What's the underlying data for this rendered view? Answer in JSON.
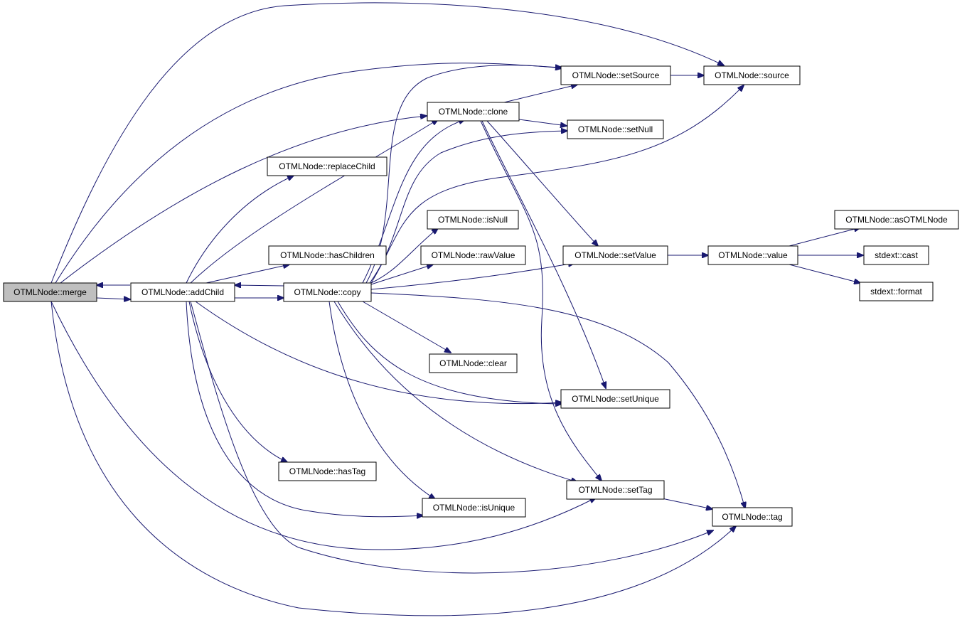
{
  "diagram": {
    "edge_color": "#191970",
    "root_fill": "#bfbfbf",
    "nodes": [
      {
        "id": "merge",
        "label": "OTMLNode::merge",
        "root": true
      },
      {
        "id": "addChild",
        "label": "OTMLNode::addChild"
      },
      {
        "id": "copy",
        "label": "OTMLNode::copy"
      },
      {
        "id": "clone",
        "label": "OTMLNode::clone"
      },
      {
        "id": "replaceChild",
        "label": "OTMLNode::replaceChild"
      },
      {
        "id": "hasChildren",
        "label": "OTMLNode::hasChildren"
      },
      {
        "id": "isNull",
        "label": "OTMLNode::isNull"
      },
      {
        "id": "rawValue",
        "label": "OTMLNode::rawValue"
      },
      {
        "id": "clear",
        "label": "OTMLNode::clear"
      },
      {
        "id": "hasTag",
        "label": "OTMLNode::hasTag"
      },
      {
        "id": "isUnique",
        "label": "OTMLNode::isUnique"
      },
      {
        "id": "setSource",
        "label": "OTMLNode::setSource"
      },
      {
        "id": "source",
        "label": "OTMLNode::source"
      },
      {
        "id": "setNull",
        "label": "OTMLNode::setNull"
      },
      {
        "id": "setValue",
        "label": "OTMLNode::setValue"
      },
      {
        "id": "value",
        "label": "OTMLNode::value"
      },
      {
        "id": "asOTMLNode",
        "label": "OTMLNode::asOTMLNode"
      },
      {
        "id": "cast",
        "label": "stdext::cast"
      },
      {
        "id": "format",
        "label": "stdext::format"
      },
      {
        "id": "setUnique",
        "label": "OTMLNode::setUnique"
      },
      {
        "id": "setTag",
        "label": "OTMLNode::setTag"
      },
      {
        "id": "tag",
        "label": "OTMLNode::tag"
      }
    ],
    "edges": [
      {
        "from": "merge",
        "to": "addChild"
      },
      {
        "from": "merge",
        "to": "clone"
      },
      {
        "from": "merge",
        "to": "setSource"
      },
      {
        "from": "merge",
        "to": "source"
      },
      {
        "from": "merge",
        "to": "setTag"
      },
      {
        "from": "merge",
        "to": "tag"
      },
      {
        "from": "addChild",
        "to": "merge"
      },
      {
        "from": "addChild",
        "to": "copy"
      },
      {
        "from": "addChild",
        "to": "clone"
      },
      {
        "from": "addChild",
        "to": "replaceChild"
      },
      {
        "from": "addChild",
        "to": "hasChildren"
      },
      {
        "from": "addChild",
        "to": "hasTag"
      },
      {
        "from": "addChild",
        "to": "isUnique"
      },
      {
        "from": "addChild",
        "to": "setUnique"
      },
      {
        "from": "addChild",
        "to": "tag"
      },
      {
        "from": "copy",
        "to": "addChild"
      },
      {
        "from": "copy",
        "to": "clone"
      },
      {
        "from": "copy",
        "to": "setSource"
      },
      {
        "from": "copy",
        "to": "source"
      },
      {
        "from": "copy",
        "to": "setNull"
      },
      {
        "from": "copy",
        "to": "isNull"
      },
      {
        "from": "copy",
        "to": "rawValue"
      },
      {
        "from": "copy",
        "to": "setValue"
      },
      {
        "from": "copy",
        "to": "clear"
      },
      {
        "from": "copy",
        "to": "setUnique"
      },
      {
        "from": "copy",
        "to": "isUnique"
      },
      {
        "from": "copy",
        "to": "setTag"
      },
      {
        "from": "copy",
        "to": "tag"
      },
      {
        "from": "clone",
        "to": "setSource"
      },
      {
        "from": "clone",
        "to": "setNull"
      },
      {
        "from": "clone",
        "to": "setValue"
      },
      {
        "from": "clone",
        "to": "setUnique"
      },
      {
        "from": "clone",
        "to": "setTag"
      },
      {
        "from": "setSource",
        "to": "source"
      },
      {
        "from": "setValue",
        "to": "value"
      },
      {
        "from": "value",
        "to": "asOTMLNode"
      },
      {
        "from": "value",
        "to": "cast"
      },
      {
        "from": "value",
        "to": "format"
      },
      {
        "from": "setTag",
        "to": "tag"
      }
    ]
  }
}
